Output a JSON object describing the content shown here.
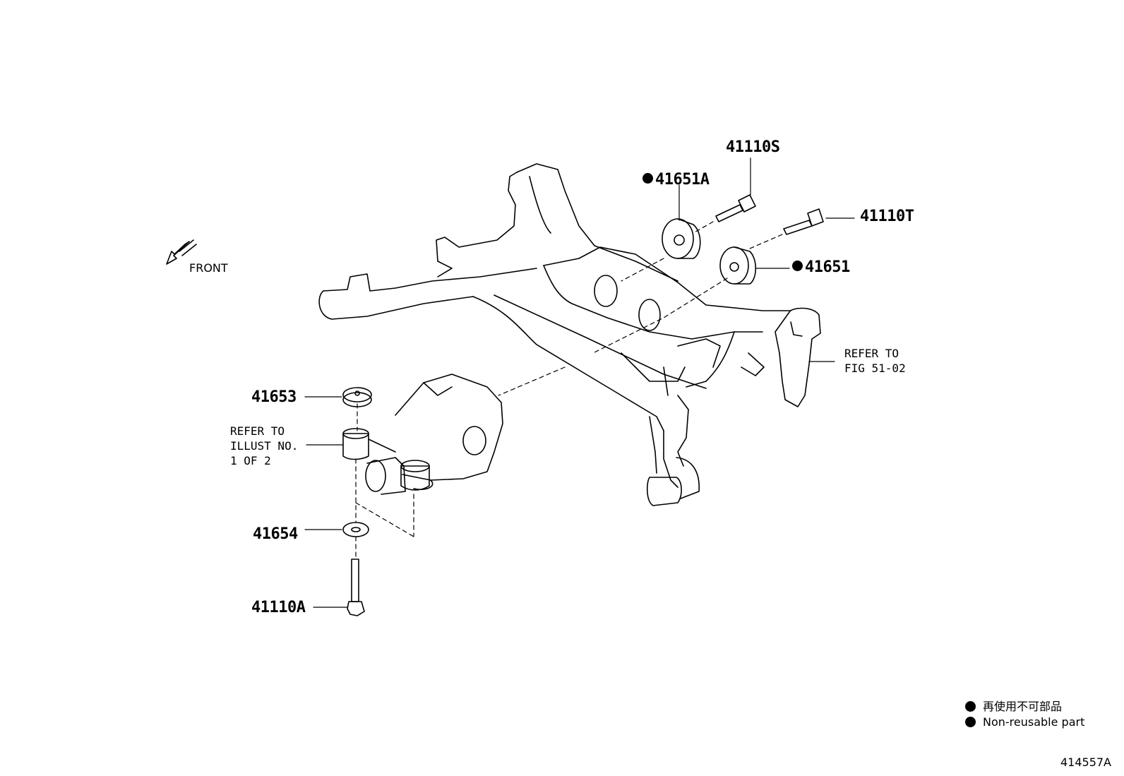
{
  "front": {
    "label": "FRONT"
  },
  "parts": [
    {
      "id": "41110S",
      "reusable": true
    },
    {
      "id": "41651A",
      "reusable": false
    },
    {
      "id": "41110T",
      "reusable": true
    },
    {
      "id": "41651",
      "reusable": false
    },
    {
      "id": "41653",
      "reusable": true
    },
    {
      "id": "41654",
      "reusable": true
    },
    {
      "id": "41110A",
      "reusable": true
    }
  ],
  "references": {
    "fig": {
      "line1": "REFER TO",
      "line2": "FIG 51-02"
    },
    "illust": {
      "line1": "REFER TO",
      "line2": "ILLUST NO.",
      "line3": "1 OF 2"
    }
  },
  "legend": {
    "japanese": "再使用不可部品",
    "english": "Non-reusable part"
  },
  "figure_id": "414557A"
}
